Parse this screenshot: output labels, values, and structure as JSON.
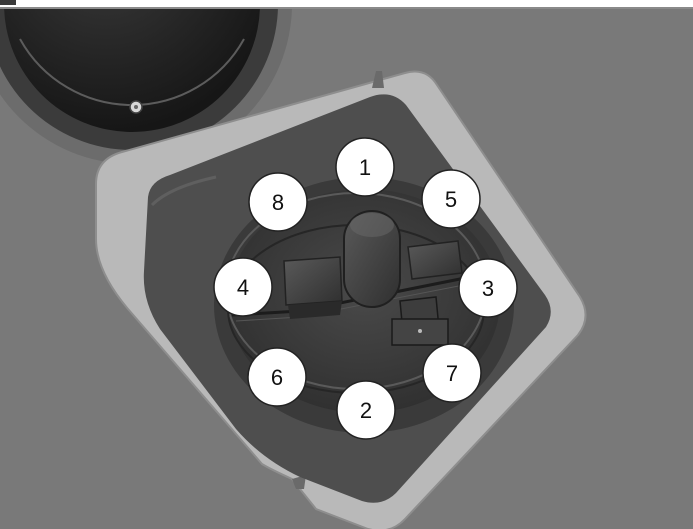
{
  "callouts": [
    {
      "id": "1",
      "label": "1"
    },
    {
      "id": "2",
      "label": "2"
    },
    {
      "id": "3",
      "label": "3"
    },
    {
      "id": "4",
      "label": "4"
    },
    {
      "id": "5",
      "label": "5"
    },
    {
      "id": "6",
      "label": "6"
    },
    {
      "id": "7",
      "label": "7"
    },
    {
      "id": "8",
      "label": "8"
    }
  ],
  "colors": {
    "background": "#797979",
    "flange": "#b9b9b9",
    "well": "#4e4e4e",
    "housing": "#3f3f3f",
    "callout_fill": "#ffffff",
    "callout_stroke": "#222222"
  },
  "icons": [
    "fastener-icon",
    "connector-icon",
    "sensor-cap-icon"
  ]
}
